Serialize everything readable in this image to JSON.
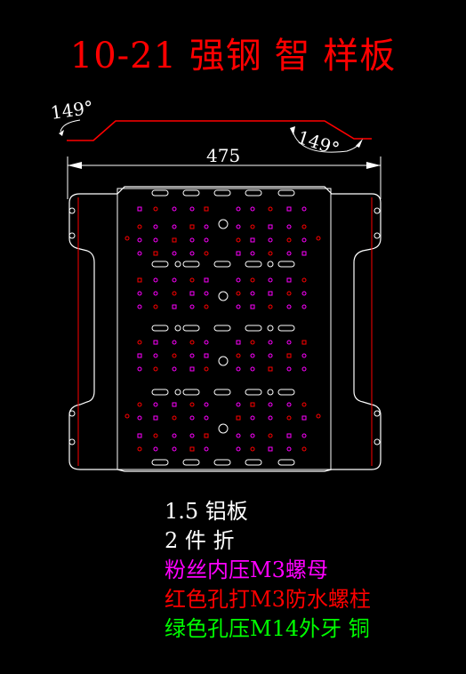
{
  "title": "10-21 强钢 智 样板",
  "angle_left": "149°",
  "angle_right": "149°",
  "width_dim": "475",
  "notes": [
    {
      "text": "1.5 铝板",
      "color": "#ffffff"
    },
    {
      "text": "2 件 折",
      "color": "#ffffff"
    },
    {
      "text": "粉丝内压M3螺母",
      "color": "#ff00ff"
    },
    {
      "text": "红色孔打M3防水螺柱",
      "color": "#ff0000"
    },
    {
      "text": "绿色孔压M14外牙 铜",
      "color": "#00ff00"
    }
  ],
  "colors": {
    "outline": "#ffffff",
    "bend": "#ff0000",
    "magenta": "#ff00ff",
    "red": "#ff0000",
    "dim": "#ffffff",
    "background": "#000000"
  }
}
